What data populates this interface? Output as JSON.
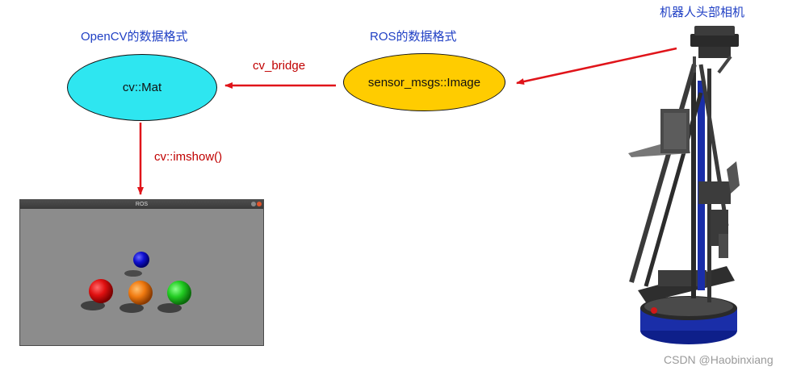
{
  "labels": {
    "opencv_format": "OpenCV的数据格式",
    "ros_format": "ROS的数据格式",
    "camera": "机器人头部相机",
    "cv_bridge": "cv_bridge",
    "imshow": "cv::imshow()"
  },
  "nodes": {
    "mat": "cv::Mat",
    "image_msg": "sensor_msgs::Image"
  },
  "window": {
    "title": "ROS"
  },
  "watermark": "CSDN @Haobinxiang",
  "colors": {
    "label_blue": "#1f3fc4",
    "arrow_red": "#e0141a",
    "mat_fill": "#2ee6f0",
    "image_fill": "#ffcc00",
    "ball_red": "#e01010",
    "ball_orange": "#f07a10",
    "ball_green": "#22cc22",
    "ball_blue": "#1010d0"
  }
}
